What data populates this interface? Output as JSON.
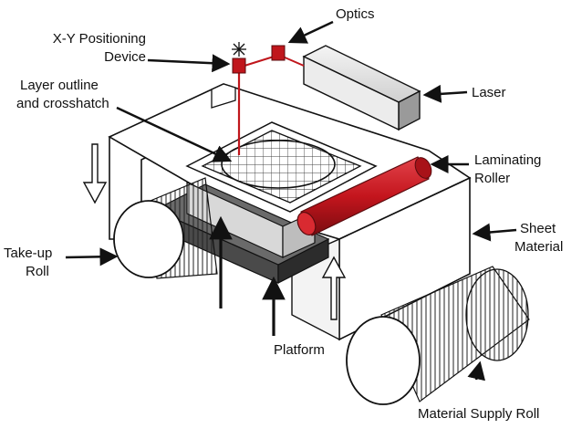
{
  "labels": {
    "xy_device_line1": "X-Y Positioning",
    "xy_device_line2": "Device",
    "optics": "Optics",
    "layer_line1": "Layer outline",
    "layer_line2": "and crosshatch",
    "laser": "Laser",
    "roller_line1": "Laminating",
    "roller_line2": "Roller",
    "sheet_line1": "Sheet",
    "sheet_line2": "Material",
    "takeup_line1": "Take-up",
    "takeup_line2": "Roll",
    "platform": "Platform",
    "supply": "Material Supply Roll"
  },
  "colors": {
    "laser_red": "#c0161c",
    "roller_red": "#c4151d",
    "platform_dark": "#3a3a3a",
    "part_gray": "#d8d8d8",
    "outline": "#111111"
  }
}
